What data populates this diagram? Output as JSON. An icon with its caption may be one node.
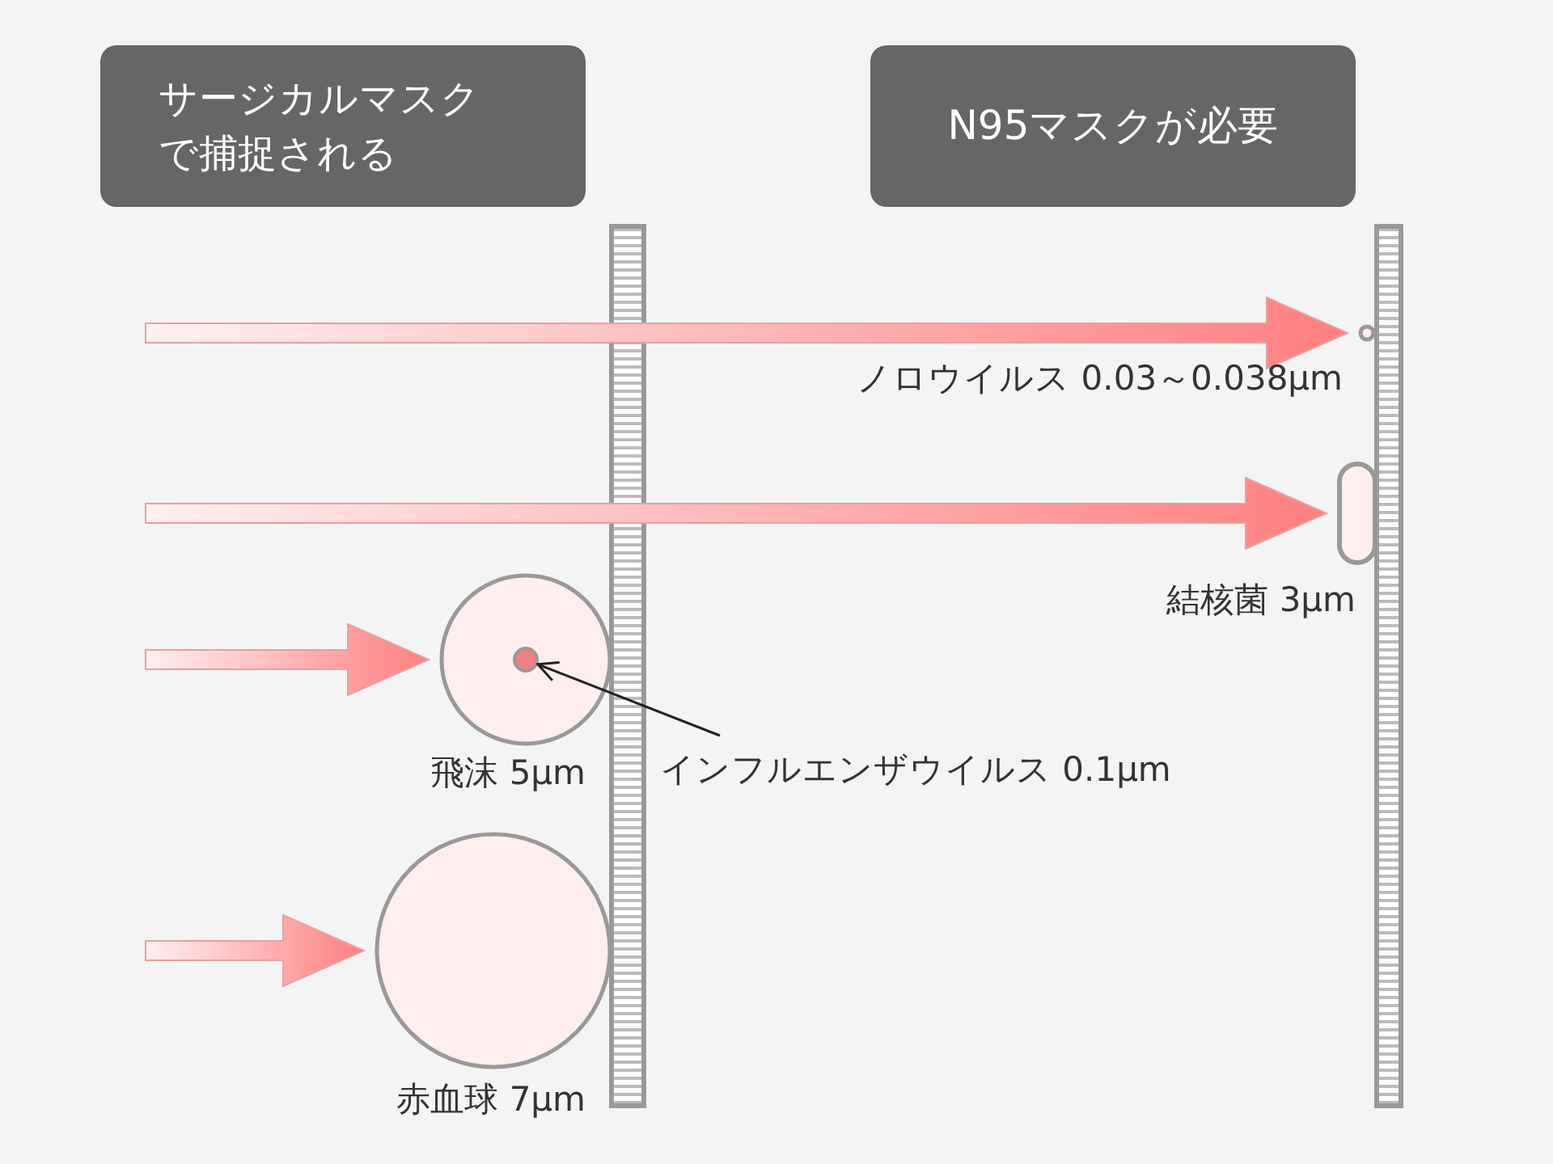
{
  "diagram": {
    "nodes": [
      {
        "text": [
          "サージカルマスクで捕捉される"
        ]
      },
      {
        "text": [
          "N95マスクが必要"
        ]
      },
      {
        "text": [],
        "shape": "circle",
        "beside": [
          "ノロウイルス 0.03～0.038μm"
        ]
      },
      {
        "text": [],
        "shape": "capsule",
        "beside": [
          "結核菌 3μm"
        ]
      },
      {
        "text": [],
        "shape": "circle",
        "beside": [
          "飛沫 5μm"
        ]
      },
      {
        "text": [],
        "shape": "circle",
        "in": 4
      },
      {
        "text": [
          "インフルエンザウイルス 0.1μm"
        ]
      },
      {
        "text": [],
        "shape": "circle",
        "beside": [
          "赤血球 7μm"
        ]
      },
      {
        "text": [],
        "shape": "bar"
      },
      {
        "text": [],
        "shape": "bar"
      }
    ],
    "edges": [
      {
        "from": null,
        "to": 2,
        "arrow": "to",
        "style": "thick"
      },
      {
        "from": null,
        "to": 3,
        "arrow": "to",
        "style": "thick"
      },
      {
        "from": null,
        "to": 4,
        "arrow": "to",
        "style": "thick"
      },
      {
        "from": 6,
        "to": 5,
        "arrow": "to"
      },
      {
        "from": null,
        "to": 7,
        "arrow": "to",
        "style": "thick"
      }
    ]
  }
}
